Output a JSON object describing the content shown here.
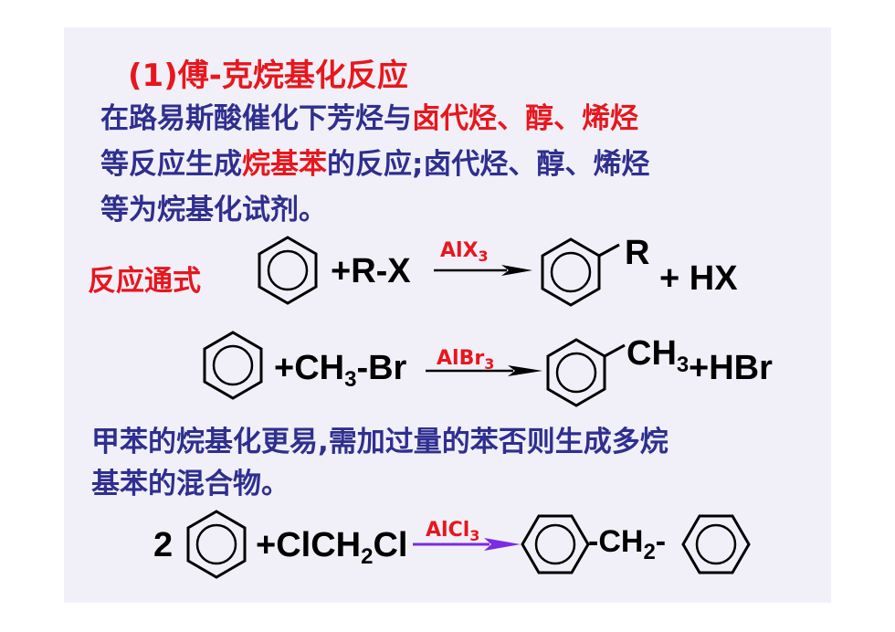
{
  "title": "(1)傅-克烷基化反应",
  "intro": {
    "line1_a": "在路易斯酸催化下芳烃与",
    "line1_red": "卤代烃、醇、烯烃",
    "line2_a": "等反应生成",
    "line2_red": "烷基苯",
    "line2_b": "的反应;卤代烃、醇、烯烃",
    "line3": "等为烷基化试剂。"
  },
  "general": {
    "label": "反应通式",
    "reagent": "+R-X",
    "catalyst": "AlX",
    "catalyst_sub": "3",
    "substituent": "R",
    "byproduct": "+ HX"
  },
  "example1": {
    "reagent_a": "+CH",
    "reagent_sub": "3",
    "reagent_b": "-Br",
    "catalyst": "AlBr",
    "catalyst_sub": "3",
    "substituent_a": "CH",
    "substituent_sub": "3",
    "byproduct": "+HBr"
  },
  "note": {
    "line1": "甲苯的烷基化更易,需加过量的苯否则生成多烷",
    "line2": "基苯的混合物。"
  },
  "example2": {
    "coefficient": "2",
    "reagent_a": "+ClCH",
    "reagent_sub": "2",
    "reagent_b": "Cl",
    "catalyst": "AlCl",
    "catalyst_sub": "3",
    "bridge_a": "-CH",
    "bridge_sub": "2",
    "bridge_b": "-"
  },
  "colors": {
    "accent_red": "#e8161d",
    "text_blue": "#2f2f8f",
    "arrow_purple": "#7b2be0",
    "slide_bg": "#f1f0f8"
  }
}
